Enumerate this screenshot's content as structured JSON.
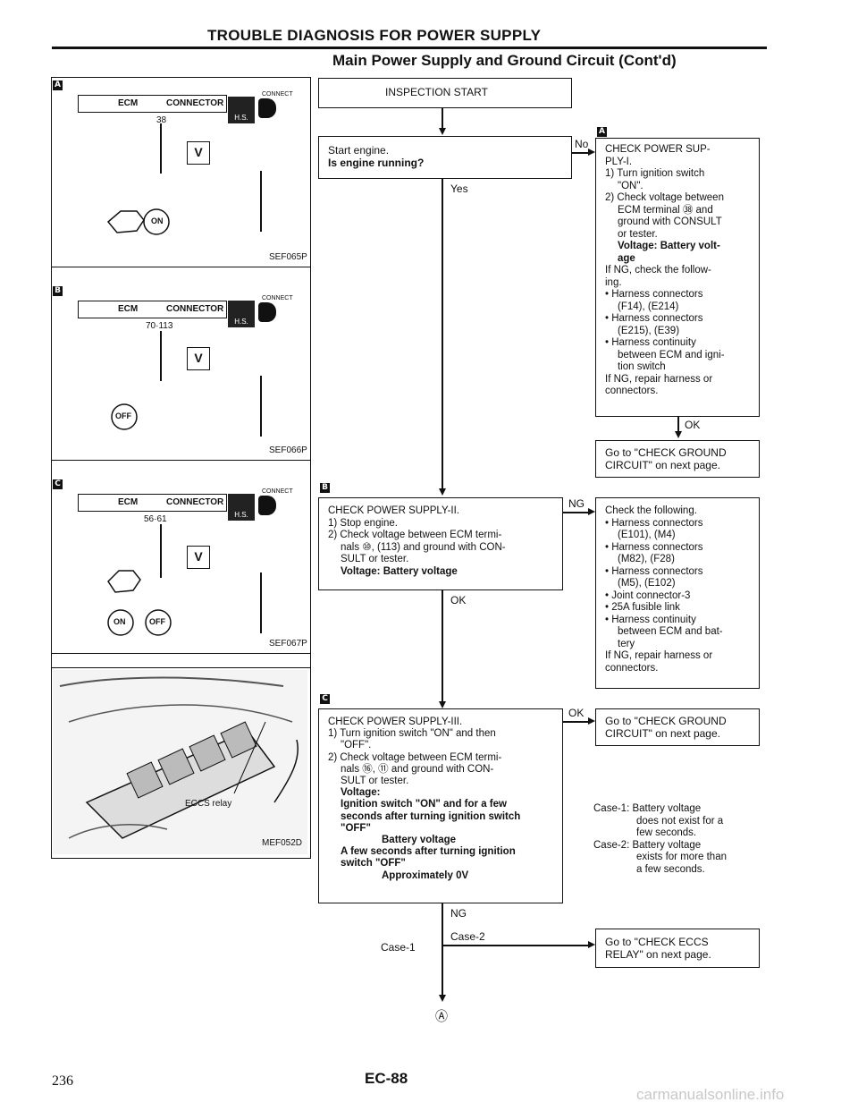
{
  "header": {
    "title": "TROUBLE DIAGNOSIS FOR POWER SUPPLY",
    "subtitle": "Main Power Supply and Ground Circuit (Cont'd)"
  },
  "figures": {
    "a": {
      "tag": "A",
      "ecm": "ECM",
      "connector": "CONNECTOR",
      "pin": "38",
      "meter": "V",
      "connect": "CONNECT",
      "hs": "H.S.",
      "switch1": "ON",
      "id": "SEF065P"
    },
    "b": {
      "tag": "B",
      "ecm": "ECM",
      "connector": "CONNECTOR",
      "pin": "70·113",
      "meter": "V",
      "connect": "CONNECT",
      "hs": "H.S.",
      "switch1": "OFF",
      "id": "SEF066P"
    },
    "c": {
      "tag": "C",
      "ecm": "ECM",
      "connector": "CONNECTOR",
      "pin": "56·61",
      "meter": "V",
      "connect": "CONNECT",
      "hs": "H.S.",
      "switch1": "ON",
      "switch2": "OFF",
      "id": "SEF067P"
    },
    "d": {
      "label": "ECCS relay",
      "id": "MEF052D"
    }
  },
  "flow": {
    "start": "INSPECTION START",
    "step1": {
      "line1": "Start engine.",
      "line2": "Is engine running?"
    },
    "yes": "Yes",
    "no": "No",
    "boxA": {
      "tag": "A",
      "l1": "CHECK POWER SUP-",
      "l2": "PLY-I.",
      "l3": "1) Turn ignition switch",
      "l4": "\"ON\".",
      "l5": "2) Check voltage between",
      "l6": "ECM terminal ㊳ and",
      "l7": "ground with CONSULT",
      "l8": "or tester.",
      "l9": "Voltage: Battery volt-",
      "l10": "age",
      "l11": "If NG, check the follow-",
      "l12": "ing.",
      "l13": "• Harness connectors",
      "l14": "(F14), (E214)",
      "l15": "• Harness connectors",
      "l16": "(E215), (E39)",
      "l17": "• Harness continuity",
      "l18": "between ECM and igni-",
      "l19": "tion switch",
      "l20": "If NG, repair harness or",
      "l21": "connectors."
    },
    "ok1": "OK",
    "goto1": {
      "l1": "Go to \"CHECK GROUND",
      "l2": "CIRCUIT\" on next page."
    },
    "boxB": {
      "tag": "B",
      "l1": "CHECK POWER SUPPLY-II.",
      "l2": "1) Stop engine.",
      "l3": "2) Check voltage between ECM termi-",
      "l4": "nals ⑩, (113) and ground with CON-",
      "l5": "SULT or tester.",
      "l6": "Voltage: Battery voltage"
    },
    "ng1": "NG",
    "ok2": "OK",
    "checkFollowing": {
      "l1": "Check the following.",
      "l2": "• Harness connectors",
      "l3": "(E101), (M4)",
      "l4": "• Harness connectors",
      "l5": "(M82), (F28)",
      "l6": "• Harness connectors",
      "l7": "(M5), (E102)",
      "l8": "• Joint connector-3",
      "l9": "• 25A fusible link",
      "l10": "• Harness continuity",
      "l11": "between ECM and bat-",
      "l12": "tery",
      "l13": "If NG, repair harness or",
      "l14": "connectors."
    },
    "boxC": {
      "tag": "C",
      "l1": "CHECK POWER SUPPLY-III.",
      "l2": "1) Turn ignition switch \"ON\" and then",
      "l3": "\"OFF\".",
      "l4": "2) Check voltage between ECM termi-",
      "l5": "nals ⑯, ⑪ and ground with CON-",
      "l6": "SULT or tester.",
      "l7": "Voltage:",
      "l8": "Ignition switch \"ON\" and for a few",
      "l9": "seconds after turning ignition switch",
      "l10": "\"OFF\"",
      "l11": "Battery voltage",
      "l12": "A few seconds after turning ignition",
      "l13": "switch \"OFF\"",
      "l14": "Approximately 0V"
    },
    "ok3": "OK",
    "goto2": {
      "l1": "Go to \"CHECK GROUND",
      "l2": "CIRCUIT\" on next page."
    },
    "cases": {
      "c1a": "Case-1: Battery voltage",
      "c1b": "does not exist for a",
      "c1c": "few seconds.",
      "c2a": "Case-2: Battery voltage",
      "c2b": "exists for more than",
      "c2c": "a few seconds."
    },
    "ng2": "NG",
    "case1": "Case-1",
    "case2": "Case-2",
    "goto3": {
      "l1": "Go to \"CHECK ECCS",
      "l2": "RELAY\" on next page."
    },
    "endRef": "Ⓐ"
  },
  "footer": {
    "page_code": "EC-88",
    "page_number": "236",
    "watermark": "carmanualsonline.info"
  }
}
